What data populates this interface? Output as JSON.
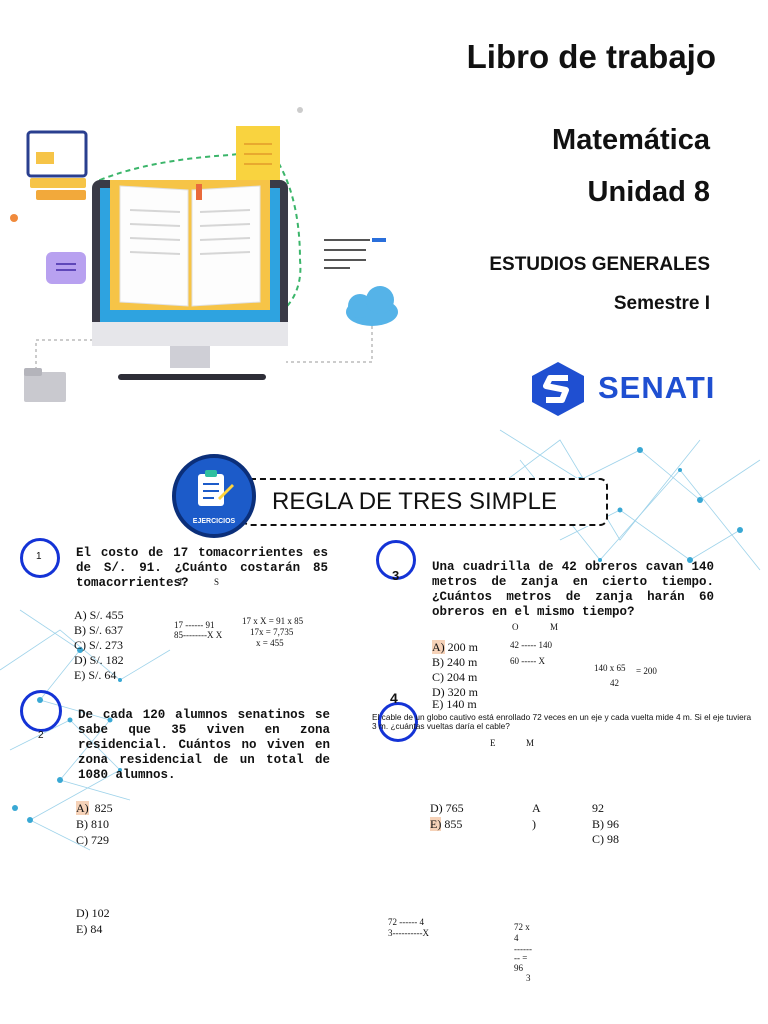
{
  "header": {
    "title": "Libro de trabajo",
    "subject": "Matemática",
    "unit": "Unidad 8",
    "program": "ESTUDIOS GENERALES",
    "semester": "Semestre I",
    "brand": "SENATI"
  },
  "section": {
    "badge": "EJERCICIOS",
    "title": "REGLA DE TRES SIMPLE"
  },
  "q1": {
    "number": "1",
    "text": "El costo de 17 tomacorrientes es de S/. 91. ¿Cuánto costarán 85 tomacorrientes?",
    "col_t": "T",
    "col_s": "S",
    "options": [
      "A)  S/. 455",
      "B)  S/. 637",
      "C)  S/. 273",
      "D)  S/. 182",
      "E)  S/. 64"
    ],
    "work1": "17 ------  91",
    "work2": "85--------X X",
    "calc1": "17 x X = 91 x 85",
    "calc2": "17x = 7,735",
    "calc3": "x = 455"
  },
  "q2": {
    "number": "2",
    "text": "De cada 120 alumnos senatinos se sabe que 35 viven en zona residencial. Cuántos no viven en zona residencial de un total de 1080 alumnos.",
    "opt_a_letter": "A)",
    "opt_a": "825",
    "opt_b": "B)  810",
    "opt_c": "C)  729",
    "opt_d": "D)  102",
    "opt_e": "E)  84"
  },
  "q3": {
    "number": "3",
    "text": "Una cuadrilla de 42 obreros cavan 140 metros de zanja en cierto tiempo. ¿Cuántos metros de zanja harán 60 obreros en el mismo tiempo?",
    "col_o": "O",
    "col_m": "M",
    "opt_a_letter": "A)",
    "opt_a": "200 m",
    "opt_b": "B)  240 m",
    "opt_c": "C)  204 m",
    "opt_d": "D)  320 m",
    "opt_e": "E)  140 m",
    "work1": "42  -----  140",
    "work2": "60  ----- X",
    "frac_num": "140 x 65",
    "frac_den": "42",
    "frac_res": "= 200"
  },
  "q4": {
    "number": "4",
    "text": "El cable de un globo cautivo está enrollado 72 veces en un eje y cada vuelta mide 4 m. Si el eje tuviera 3 m. ¿cuántas vueltas daría el cable?",
    "col_e": "E",
    "col_m": "M",
    "opt_d": "D)  765",
    "opt_e_letter": "E)",
    "opt_e": "855",
    "opt_a_r": "A",
    "opt_paren": ")",
    "opt_92": "92",
    "opt_b_r": "B)  96",
    "opt_c_r": "C)  98",
    "work1": "72  ------  4",
    "work2": "3----------X",
    "calc1": "72 x",
    "calc2": "4",
    "calc3": "------",
    "calc4": "-- =",
    "calc5": "96",
    "calc6": "3"
  },
  "colors": {
    "brand_blue": "#1f4fd1",
    "ring_blue": "#1433d6",
    "highlight": "#f6d2b8",
    "network": "#39a8d4"
  }
}
